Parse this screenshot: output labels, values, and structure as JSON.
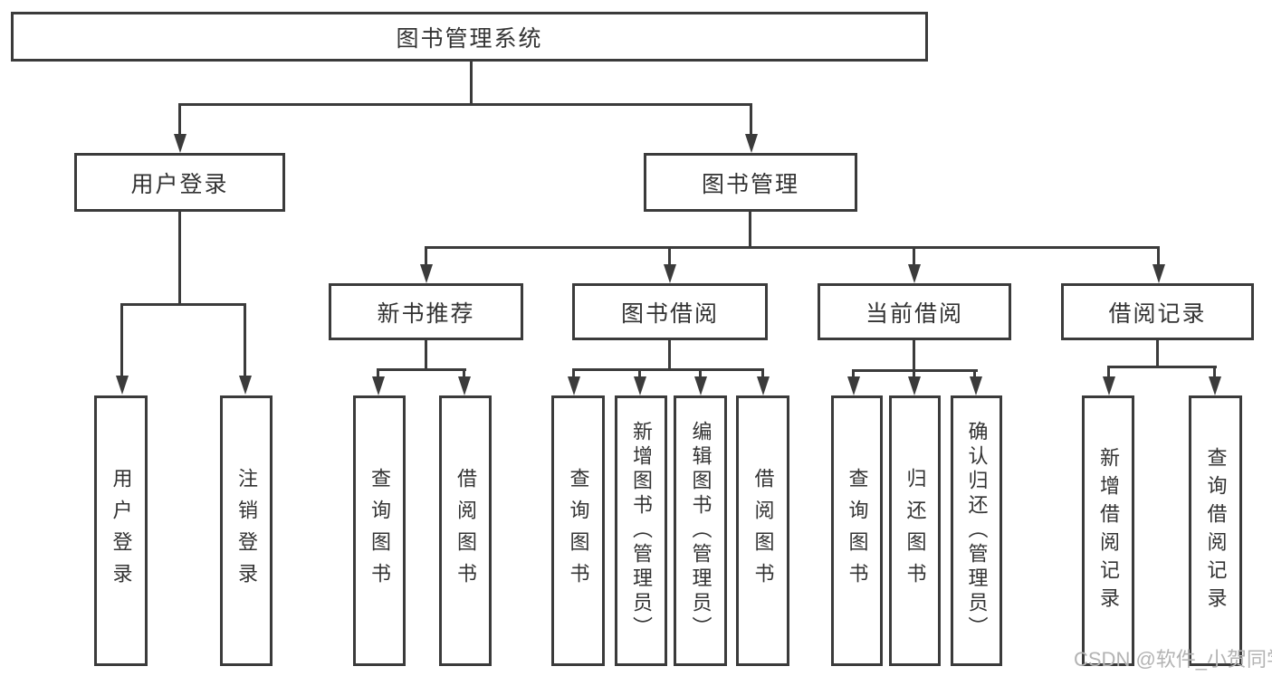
{
  "diagram": {
    "root": {
      "label": "图书管理系统"
    },
    "level2": [
      {
        "label": "用户登录"
      },
      {
        "label": "图书管理"
      }
    ],
    "level3": [
      {
        "label": "新书推荐"
      },
      {
        "label": "图书借阅"
      },
      {
        "label": "当前借阅"
      },
      {
        "label": "借阅记录"
      }
    ],
    "leaves": {
      "user_login": [
        {
          "label": "用户登录"
        },
        {
          "label": "注销登录"
        }
      ],
      "new_book": [
        {
          "label": "查询图书"
        },
        {
          "label": "借阅图书"
        }
      ],
      "book_borrow": [
        {
          "label": "查询图书"
        },
        {
          "label": "新增图书（管理员）"
        },
        {
          "label": "编辑图书（管理员）"
        },
        {
          "label": "借阅图书"
        }
      ],
      "current_borrow": [
        {
          "label": "查询图书"
        },
        {
          "label": "归还图书"
        },
        {
          "label": "确认归还（管理员）"
        }
      ],
      "borrow_record": [
        {
          "label": "新增借阅记录"
        },
        {
          "label": "查询借阅记录"
        }
      ]
    }
  },
  "watermark": {
    "text": "CSDN @软件_小贺同学"
  },
  "colors": {
    "line": "#3b3b3b",
    "text": "#333333",
    "background": "#ffffff",
    "watermark": "#b3b3b3"
  }
}
